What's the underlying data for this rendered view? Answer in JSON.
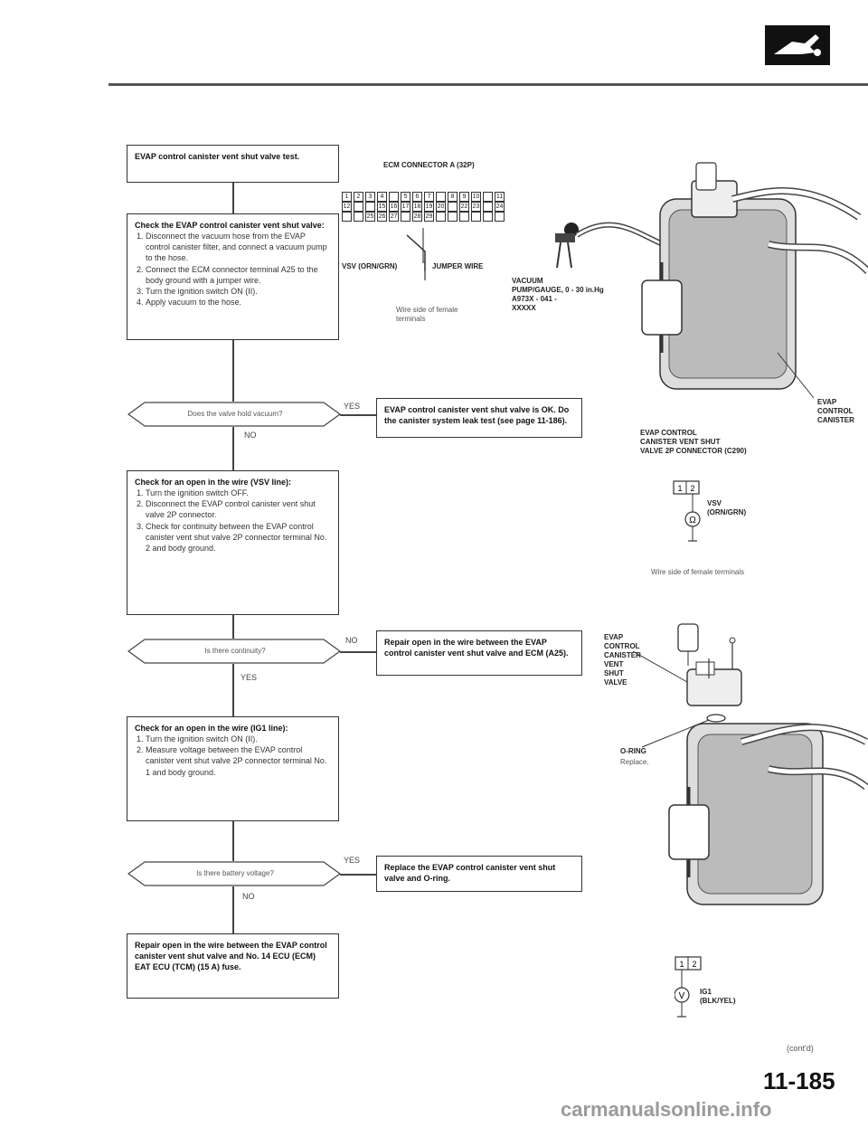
{
  "header": {
    "page_number": "11-185",
    "contd": "(cont'd)",
    "watermark": "carmanualsonline.info"
  },
  "flow": {
    "start": {
      "title": "EVAP control canister vent shut valve test."
    },
    "step1": {
      "title": "Check the EVAP control canister vent shut valve:",
      "items": [
        "Disconnect the vacuum hose from the EVAP control canister filter, and connect a vacuum pump to the hose.",
        "Connect the ECM connector terminal A25 to the body ground with a jumper wire.",
        "Turn the ignition switch ON (II).",
        "Apply vacuum to the hose."
      ]
    },
    "decision1": {
      "question": "Does the valve hold vacuum?",
      "yes": "YES",
      "no": "NO"
    },
    "result1": {
      "text": "EVAP control canister vent shut valve is OK. Do the canister system leak test (see page 11-186)."
    },
    "step2": {
      "title": "Check for an open in the wire (VSV line):",
      "items": [
        "Turn the ignition switch OFF.",
        "Disconnect the EVAP control canister vent shut valve 2P connector.",
        "Check for continuity between the EVAP control canister vent shut valve 2P connector terminal No. 2 and body ground."
      ]
    },
    "decision2": {
      "question": "Is there continuity?",
      "yes": "YES",
      "no": "NO"
    },
    "result2": {
      "text": "Repair open in the wire between the EVAP control canister vent shut valve and ECM (A25)."
    },
    "step3": {
      "title": "Check for an open in the wire (IG1 line):",
      "items": [
        "Turn the ignition switch ON (II).",
        "Measure voltage between the EVAP control canister vent shut valve 2P connector terminal No. 1 and body ground."
      ]
    },
    "decision3": {
      "question": "Is there battery voltage?",
      "yes": "YES",
      "no": "NO"
    },
    "result3": {
      "text": "Replace the EVAP control canister vent shut valve and O-ring."
    },
    "final": {
      "text": "Repair open in the wire between the EVAP control canister vent shut valve and No. 14 ECU (ECM) EAT ECU (TCM) (15 A) fuse."
    }
  },
  "diagram1": {
    "connector_title": "ECM CONNECTOR A (32P)",
    "row1": [
      "1",
      "2",
      "3",
      "4",
      "",
      "5",
      "6",
      "7",
      "",
      "8",
      "9",
      "10",
      "",
      "11"
    ],
    "row2": [
      "12",
      "",
      "",
      "15",
      "16",
      "17",
      "18",
      "19",
      "20",
      "",
      "22",
      "23",
      "",
      "24"
    ],
    "row3": [
      "",
      "",
      "25",
      "26",
      "27",
      "",
      "28",
      "29",
      "",
      "",
      "",
      "",
      "",
      ""
    ],
    "vsv_label": "VSV (ORN/GRN)",
    "jumper_label": "JUMPER WIRE",
    "wire_side": "Wire side of female\nterminals",
    "vacuum_label": "VACUUM\nPUMP/GAUGE, 0 - 30 in.Hg\nA973X - 041 -\nXXXXX",
    "canister_label": "EVAP\nCONTROL\nCANISTER",
    "vent_connector_label": "EVAP CONTROL\nCANISTER VENT SHUT\nVALVE 2P CONNECTOR (C290)"
  },
  "diagram2": {
    "pins": [
      "1",
      "2"
    ],
    "meter": "Ω",
    "vsv_label": "VSV\n(ORN/GRN)",
    "wire_side": "Wire side of female terminals"
  },
  "diagram3": {
    "valve_label": "EVAP\nCONTROL\nCANISTER\nVENT\nSHUT\nVALVE",
    "oring_label": "O-RING",
    "oring_note": "Replace."
  },
  "diagram4": {
    "pins": [
      "1",
      "2"
    ],
    "meter": "V",
    "ig1_label": "IG1\n(BLK/YEL)"
  }
}
